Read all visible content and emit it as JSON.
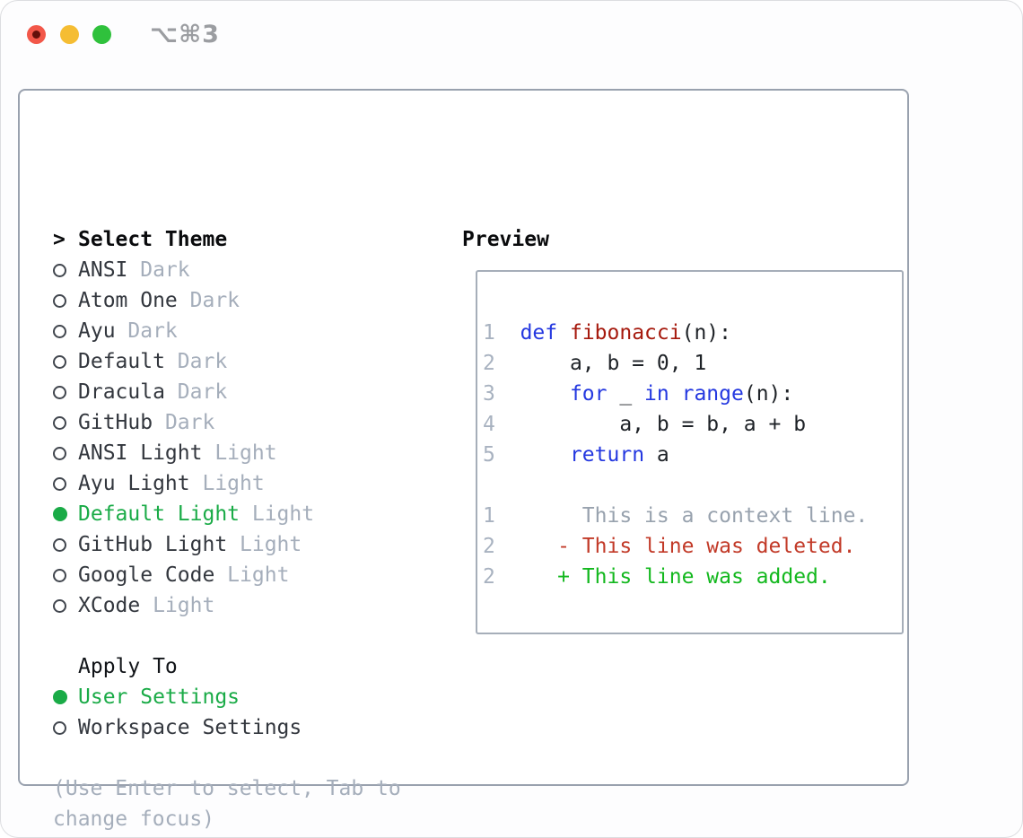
{
  "window": {
    "title": "⌥⌘3",
    "traffic_lights": [
      {
        "name": "close",
        "color": "#f25749"
      },
      {
        "name": "minimize",
        "color": "#f5bd33"
      },
      {
        "name": "zoom",
        "color": "#2fc13c"
      }
    ]
  },
  "colors": {
    "accent_green": "#1aab47",
    "added_green": "#13b81e",
    "deleted_red": "#c23a28",
    "keyword_blue": "#2438e0",
    "function_red": "#a61a0e",
    "muted": "#a5aebb",
    "panel_border": "#99a1ae"
  },
  "select_theme": {
    "prompt": ">",
    "title": "Select Theme",
    "items": [
      {
        "name": "ANSI",
        "variant": "Dark",
        "selected": false
      },
      {
        "name": "Atom One",
        "variant": "Dark",
        "selected": false
      },
      {
        "name": "Ayu",
        "variant": "Dark",
        "selected": false
      },
      {
        "name": "Default",
        "variant": "Dark",
        "selected": false
      },
      {
        "name": "Dracula",
        "variant": "Dark",
        "selected": false
      },
      {
        "name": "GitHub",
        "variant": "Dark",
        "selected": false
      },
      {
        "name": "ANSI Light",
        "variant": "Light",
        "selected": false
      },
      {
        "name": "Ayu Light",
        "variant": "Light",
        "selected": false
      },
      {
        "name": "Default Light",
        "variant": "Light",
        "selected": true
      },
      {
        "name": "GitHub Light",
        "variant": "Light",
        "selected": false
      },
      {
        "name": "Google Code",
        "variant": "Light",
        "selected": false
      },
      {
        "name": "XCode",
        "variant": "Light",
        "selected": false
      }
    ]
  },
  "apply_to": {
    "title": "Apply To",
    "options": [
      {
        "label": "User Settings",
        "selected": true
      },
      {
        "label": "Workspace Settings",
        "selected": false
      }
    ]
  },
  "hint": "(Use Enter to select, Tab to change focus)",
  "preview": {
    "title": "Preview",
    "lines": [
      {
        "kind": "code",
        "segs": [
          [
            "ln",
            "1"
          ],
          [
            "pl",
            "  "
          ],
          [
            "kw",
            "def"
          ],
          [
            "pl",
            " "
          ],
          [
            "fn",
            "fibonacci"
          ],
          [
            "pl",
            "(n):"
          ]
        ]
      },
      {
        "kind": "code",
        "segs": [
          [
            "ln",
            "2"
          ],
          [
            "pl",
            "      a, b = 0, 1"
          ]
        ]
      },
      {
        "kind": "code",
        "segs": [
          [
            "ln",
            "3"
          ],
          [
            "pl",
            "      "
          ],
          [
            "kw",
            "for"
          ],
          [
            "pl",
            " _ "
          ],
          [
            "kw",
            "in"
          ],
          [
            "pl",
            " "
          ],
          [
            "kw",
            "range"
          ],
          [
            "pl",
            "(n):"
          ]
        ]
      },
      {
        "kind": "code",
        "segs": [
          [
            "ln",
            "4"
          ],
          [
            "pl",
            "          a, b = b, a + b"
          ]
        ]
      },
      {
        "kind": "code",
        "segs": [
          [
            "ln",
            "5"
          ],
          [
            "pl",
            "      "
          ],
          [
            "kw",
            "return"
          ],
          [
            "pl",
            " a"
          ]
        ]
      },
      {
        "kind": "blank",
        "segs": []
      },
      {
        "kind": "context",
        "segs": [
          [
            "ln",
            "1"
          ],
          [
            "ctx",
            "       This is a context line."
          ]
        ]
      },
      {
        "kind": "deleted",
        "segs": [
          [
            "ln",
            "2"
          ],
          [
            "pl",
            "     "
          ],
          [
            "del",
            "- This line was deleted."
          ]
        ]
      },
      {
        "kind": "added",
        "segs": [
          [
            "ln",
            "2"
          ],
          [
            "pl",
            "     "
          ],
          [
            "add",
            "+ This line was added."
          ]
        ]
      }
    ]
  }
}
